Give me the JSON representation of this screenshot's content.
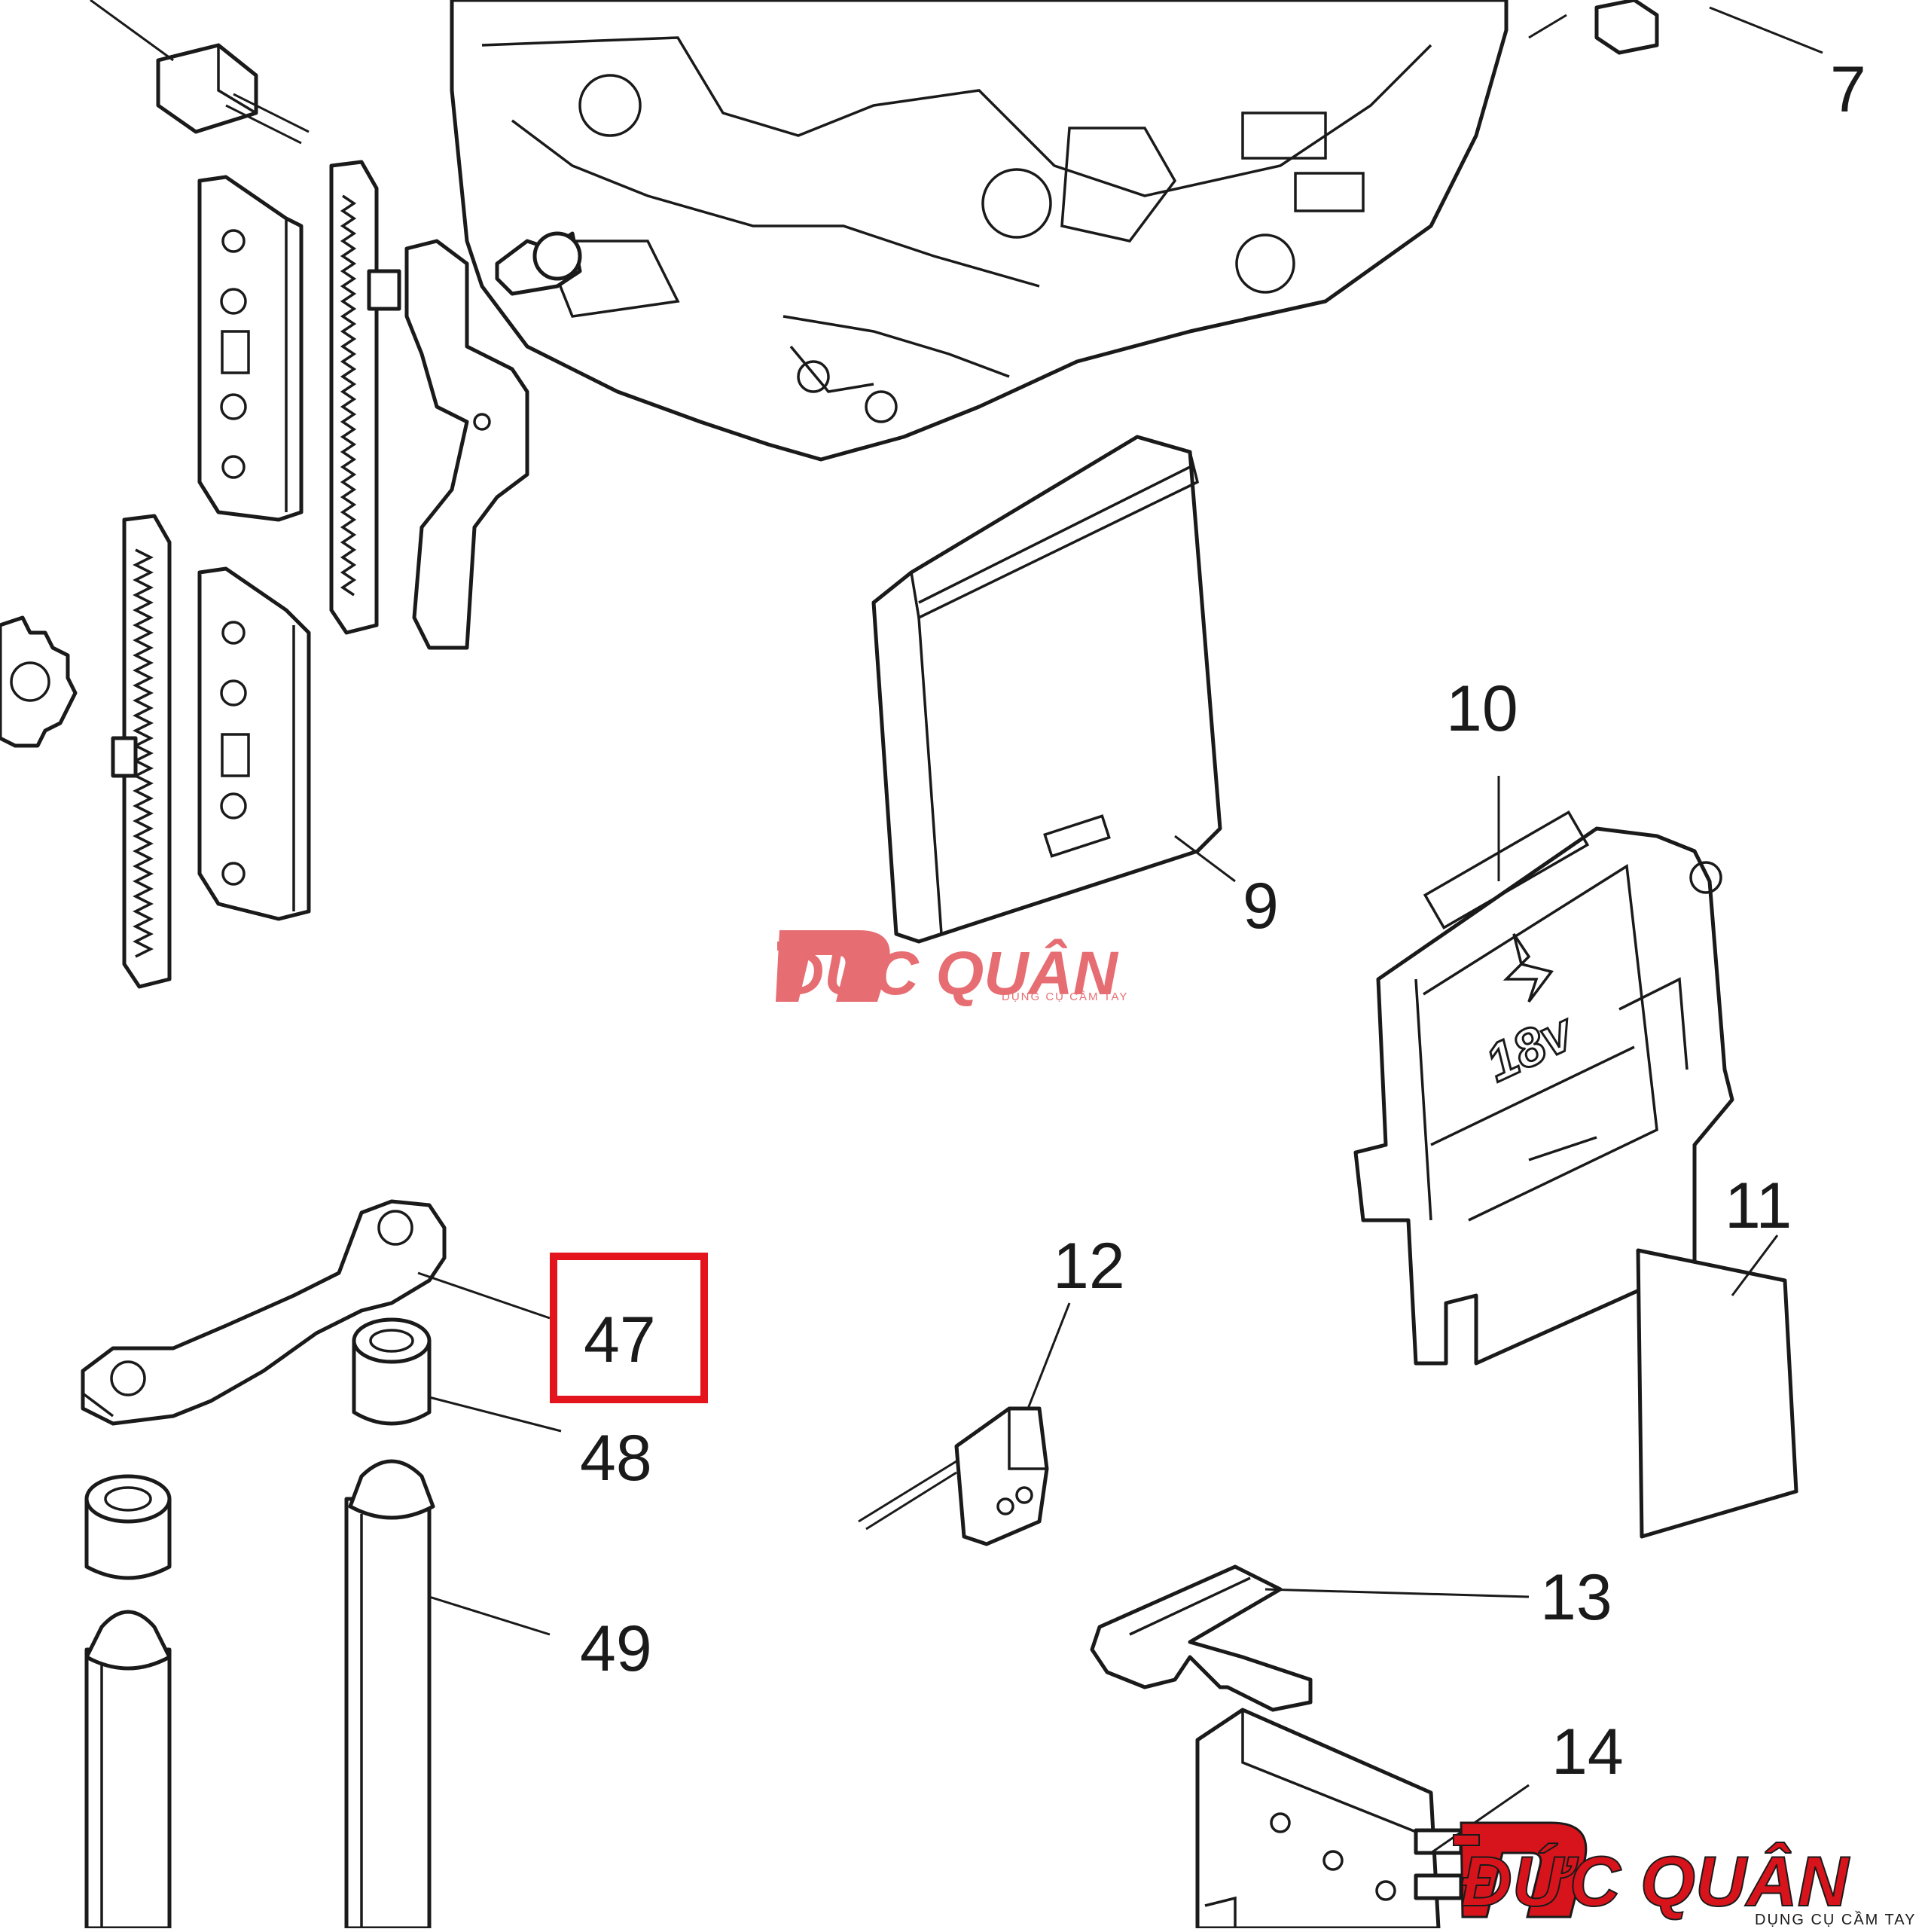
{
  "callouts": [
    {
      "id": "7",
      "label": "7"
    },
    {
      "id": "9",
      "label": "9"
    },
    {
      "id": "10",
      "label": "10"
    },
    {
      "id": "11",
      "label": "11"
    },
    {
      "id": "12",
      "label": "12"
    },
    {
      "id": "13",
      "label": "13"
    },
    {
      "id": "14",
      "label": "14"
    },
    {
      "id": "47",
      "label": "47",
      "highlighted": true
    },
    {
      "id": "48",
      "label": "48"
    },
    {
      "id": "49",
      "label": "49"
    }
  ],
  "highlight_color": "#e3141b",
  "battery_marking": "18v",
  "watermark": {
    "title": "ĐỨC QUÂN",
    "subtitle": "DỤNG CỤ CẦM TAY",
    "brand_color": "#d7141c"
  }
}
